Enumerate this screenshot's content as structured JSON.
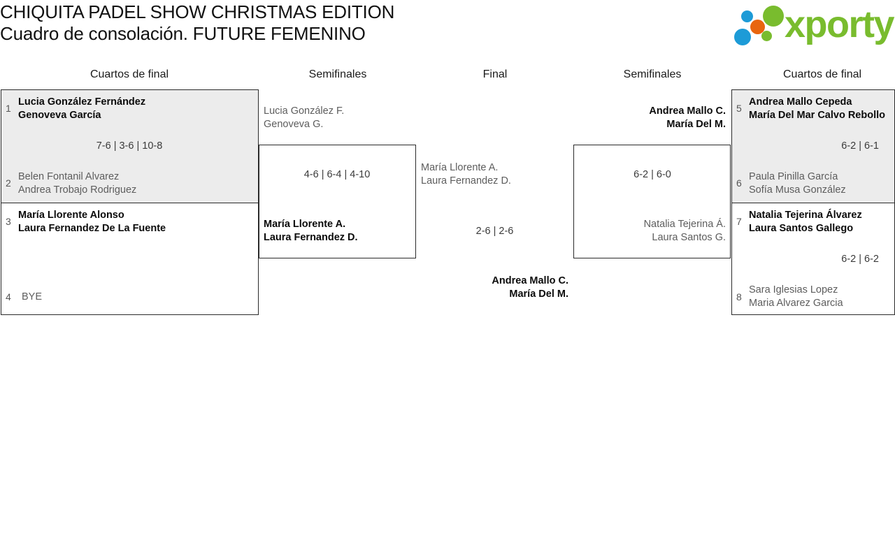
{
  "header": {
    "title_line1": "CHIQUITA PADEL SHOW CHRISTMAS EDITION",
    "title_line2": "Cuadro de consolación. FUTURE FEMENINO",
    "logo_word": "xporty",
    "logo_colors": {
      "blue": "#1d9bd7",
      "orange": "#e8650e",
      "green": "#79bc2e"
    }
  },
  "rounds": [
    {
      "id": "qf-left",
      "label": "Cuartos de final"
    },
    {
      "id": "sf-left",
      "label": "Semifinales"
    },
    {
      "id": "final",
      "label": "Final"
    },
    {
      "id": "sf-right",
      "label": "Semifinales"
    },
    {
      "id": "qf-right",
      "label": "Cuartos de final"
    }
  ],
  "matches": {
    "qf1": {
      "seed_top": "1",
      "top": {
        "p1": "Lucia González Fernández",
        "p2": "Genoveva García",
        "result": "winner"
      },
      "score": "7-6 | 3-6 | 10-8",
      "seed_bottom": "2",
      "bottom": {
        "p1": "Belen Fontanil Alvarez",
        "p2": "Andrea Trobajo Rodriguez",
        "result": "loser"
      }
    },
    "qf2": {
      "seed_top": "3",
      "top": {
        "p1": "María Llorente Alonso",
        "p2": "Laura Fernandez De La Fuente",
        "result": "winner"
      },
      "score": "",
      "seed_bottom": "4",
      "bottom": {
        "p1": "BYE",
        "p2": "",
        "result": "loser"
      }
    },
    "sf_left": {
      "top": {
        "p1": "Lucia González F.",
        "p2": "Genoveva G.",
        "result": "loser"
      },
      "score": "4-6 | 6-4 | 4-10",
      "bottom": {
        "p1": "María Llorente A.",
        "p2": "Laura Fernandez D.",
        "result": "winner"
      }
    },
    "final": {
      "top": {
        "p1": "María Llorente A.",
        "p2": "Laura Fernandez D.",
        "result": "loser"
      },
      "score": "2-6 | 2-6",
      "bottom": {
        "p1": "Andrea Mallo C.",
        "p2": "María Del M.",
        "result": "winner"
      }
    },
    "sf_right": {
      "top": {
        "p1": "Andrea Mallo C.",
        "p2": "María Del M.",
        "result": "winner"
      },
      "score": "6-2 | 6-0",
      "bottom": {
        "p1": "Natalia Tejerina Á.",
        "p2": "Laura Santos G.",
        "result": "loser"
      }
    },
    "qf3": {
      "seed_top": "5",
      "top": {
        "p1": "Andrea Mallo Cepeda",
        "p2": "María Del Mar Calvo Rebollo",
        "result": "winner"
      },
      "score": "6-2 | 6-1",
      "seed_bottom": "6",
      "bottom": {
        "p1": "Paula Pinilla García",
        "p2": "Sofía Musa González",
        "result": "loser"
      }
    },
    "qf4": {
      "seed_top": "7",
      "top": {
        "p1": "Natalia Tejerina Álvarez",
        "p2": "Laura Santos Gallego",
        "result": "winner"
      },
      "score": "6-2 | 6-2",
      "seed_bottom": "8",
      "bottom": {
        "p1": "Sara Iglesias Lopez",
        "p2": "Maria Alvarez Garcia",
        "result": "loser"
      }
    }
  }
}
